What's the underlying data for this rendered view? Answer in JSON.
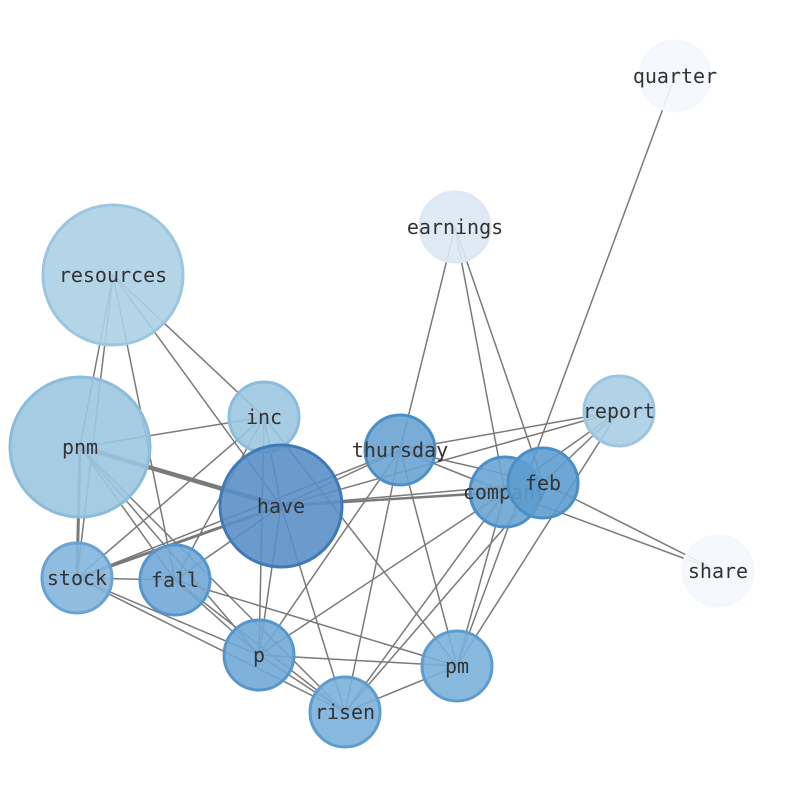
{
  "graph": {
    "nodes": [
      {
        "id": "quarter",
        "label": "quarter",
        "fill": "#f4f8fd",
        "stroke": "#f4f8fd"
      },
      {
        "id": "earnings",
        "label": "earnings",
        "fill": "#dce8f4",
        "stroke": "#dce8f4"
      },
      {
        "id": "resources",
        "label": "resources",
        "fill": "#acd0e6",
        "stroke": "#9cc6e0"
      },
      {
        "id": "report",
        "label": "report",
        "fill": "#a9cde4",
        "stroke": "#9cc6e0"
      },
      {
        "id": "inc",
        "label": "inc",
        "fill": "#9cc6e0",
        "stroke": "#8bbcdb"
      },
      {
        "id": "pnm",
        "label": "pnm",
        "fill": "#9cc6e0",
        "stroke": "#8bbcdb"
      },
      {
        "id": "thursday",
        "label": "thursday",
        "fill": "#6aa3d2",
        "stroke": "#4b8fc8"
      },
      {
        "id": "have",
        "label": "have",
        "fill": "#5b8fc6",
        "stroke": "#3f7ab8"
      },
      {
        "id": "company",
        "label": "company",
        "fill": "#6aa3d2",
        "stroke": "#4b8fc8"
      },
      {
        "id": "feb",
        "label": "feb",
        "fill": "#5e9ccf",
        "stroke": "#4b8fc8"
      },
      {
        "id": "share",
        "label": "share",
        "fill": "#f4f8fd",
        "stroke": "#f4f8fd"
      },
      {
        "id": "stock",
        "label": "stock",
        "fill": "#84b5dc",
        "stroke": "#6aa3d2"
      },
      {
        "id": "fall",
        "label": "fall",
        "fill": "#72a9d6",
        "stroke": "#5596cc"
      },
      {
        "id": "p",
        "label": "p",
        "fill": "#72a9d6",
        "stroke": "#5596cc"
      },
      {
        "id": "pm",
        "label": "pm",
        "fill": "#7ab0d9",
        "stroke": "#5e9ccf"
      },
      {
        "id": "risen",
        "label": "risen",
        "fill": "#7ab0d9",
        "stroke": "#5e9ccf"
      }
    ],
    "edges": [
      {
        "source": "quarter",
        "target": "pm"
      },
      {
        "source": "earnings",
        "target": "thursday"
      },
      {
        "source": "earnings",
        "target": "company"
      },
      {
        "source": "earnings",
        "target": "feb"
      },
      {
        "source": "resources",
        "target": "pnm"
      },
      {
        "source": "resources",
        "target": "stock"
      },
      {
        "source": "resources",
        "target": "inc"
      },
      {
        "source": "resources",
        "target": "have"
      },
      {
        "source": "resources",
        "target": "fall"
      },
      {
        "source": "pnm",
        "target": "have",
        "weight": 3
      },
      {
        "source": "pnm",
        "target": "inc"
      },
      {
        "source": "pnm",
        "target": "stock",
        "weight": 2
      },
      {
        "source": "pnm",
        "target": "fall"
      },
      {
        "source": "pnm",
        "target": "p"
      },
      {
        "source": "pnm",
        "target": "risen"
      },
      {
        "source": "inc",
        "target": "have"
      },
      {
        "source": "inc",
        "target": "stock"
      },
      {
        "source": "inc",
        "target": "fall"
      },
      {
        "source": "inc",
        "target": "p"
      },
      {
        "source": "inc",
        "target": "pm"
      },
      {
        "source": "have",
        "target": "stock",
        "weight": 2
      },
      {
        "source": "have",
        "target": "fall"
      },
      {
        "source": "have",
        "target": "p"
      },
      {
        "source": "have",
        "target": "risen"
      },
      {
        "source": "have",
        "target": "thursday"
      },
      {
        "source": "have",
        "target": "company",
        "weight": 1.6
      },
      {
        "source": "have",
        "target": "feb"
      },
      {
        "source": "have",
        "target": "report"
      },
      {
        "source": "stock",
        "target": "fall"
      },
      {
        "source": "stock",
        "target": "p"
      },
      {
        "source": "stock",
        "target": "risen"
      },
      {
        "source": "stock",
        "target": "thursday"
      },
      {
        "source": "fall",
        "target": "p"
      },
      {
        "source": "fall",
        "target": "risen"
      },
      {
        "source": "fall",
        "target": "pm"
      },
      {
        "source": "p",
        "target": "pm"
      },
      {
        "source": "p",
        "target": "risen"
      },
      {
        "source": "p",
        "target": "thursday"
      },
      {
        "source": "p",
        "target": "company"
      },
      {
        "source": "risen",
        "target": "pm"
      },
      {
        "source": "risen",
        "target": "thursday"
      },
      {
        "source": "risen",
        "target": "company"
      },
      {
        "source": "risen",
        "target": "feb"
      },
      {
        "source": "pm",
        "target": "thursday"
      },
      {
        "source": "pm",
        "target": "company"
      },
      {
        "source": "pm",
        "target": "report"
      },
      {
        "source": "thursday",
        "target": "company"
      },
      {
        "source": "thursday",
        "target": "feb"
      },
      {
        "source": "thursday",
        "target": "report"
      },
      {
        "source": "company",
        "target": "report"
      },
      {
        "source": "company",
        "target": "share"
      },
      {
        "source": "feb",
        "target": "share"
      },
      {
        "source": "feb",
        "target": "report"
      }
    ]
  }
}
